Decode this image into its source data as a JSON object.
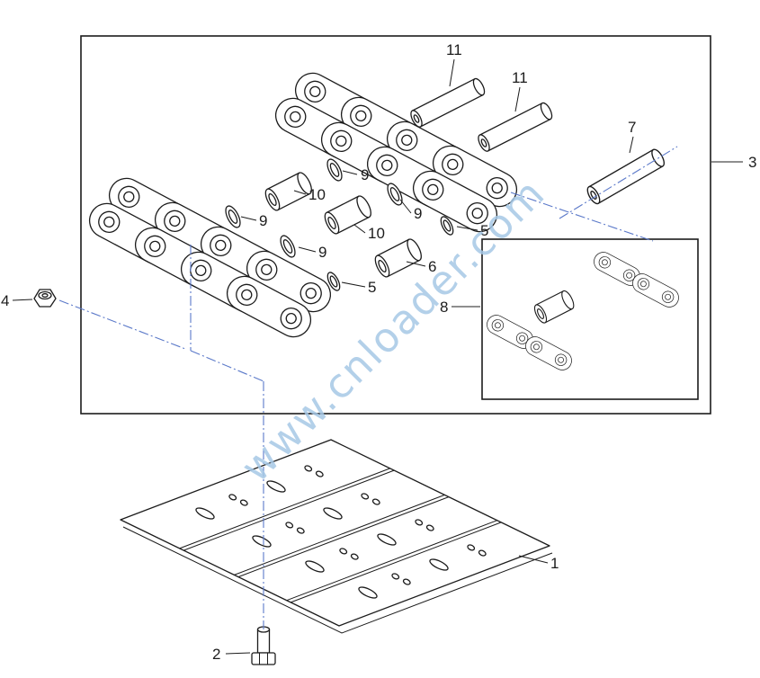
{
  "diagram": {
    "watermark": "www.cnloader.com",
    "callouts": {
      "c1": "1",
      "c2": "2",
      "c3": "3",
      "c4": "4",
      "c5a": "5",
      "c5b": "5",
      "c6": "6",
      "c7": "7",
      "c8": "8",
      "c9a": "9",
      "c9b": "9",
      "c9c": "9",
      "c9d": "9",
      "c10a": "10",
      "c10b": "10",
      "c11a": "11",
      "c11b": "11"
    },
    "colors": {
      "line": "#1c1c1c",
      "centerline": "#5b79c9",
      "watermark": "#a6c8e6",
      "background": "#ffffff"
    }
  }
}
